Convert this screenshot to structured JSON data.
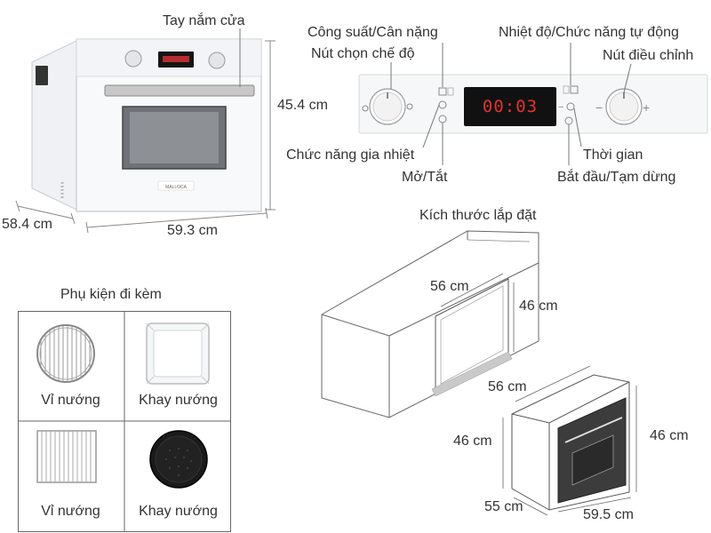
{
  "oven_photo": {
    "handle_label": "Tay nắm cửa",
    "height": "45.4 cm",
    "depth": "58.4 cm",
    "width": "59.3 cm",
    "display_time": "",
    "brand": "MALLOCA"
  },
  "control_panel": {
    "power_weight": "Công suất/Cân nặng",
    "mode_knob": "Nút chọn chế độ",
    "heating_function": "Chức năng gia nhiệt",
    "on_off": "Mở/Tắt",
    "temp_auto": "Nhiệt độ/Chức năng tự động",
    "adjust_knob": "Nút điều chỉnh",
    "time": "Thời gian",
    "start_pause": "Bắt đầu/Tạm dừng",
    "display_time": "00:03"
  },
  "installation": {
    "title": "Kích thước lắp đặt",
    "cabinet_width": "56 cm",
    "cabinet_height": "46 cm",
    "oven_top_width": "56 cm",
    "oven_left_height": "46 cm",
    "oven_right_height": "46 cm",
    "oven_depth": "55 cm",
    "oven_front_width": "59.5 cm"
  },
  "accessories": {
    "title": "Phụ kiện đi kèm",
    "items": [
      {
        "name": "Vỉ nướng",
        "icon": "round-wire-rack-icon"
      },
      {
        "name": "Khay nướng",
        "icon": "square-white-tray-icon"
      },
      {
        "name": "Vỉ nướng",
        "icon": "rectangular-wire-rack-icon"
      },
      {
        "name": "Khay nướng",
        "icon": "round-black-tray-icon"
      }
    ]
  },
  "colors": {
    "line": "#777777",
    "text": "#333333",
    "display_bg": "#111111",
    "display_text": "#e0342f"
  }
}
